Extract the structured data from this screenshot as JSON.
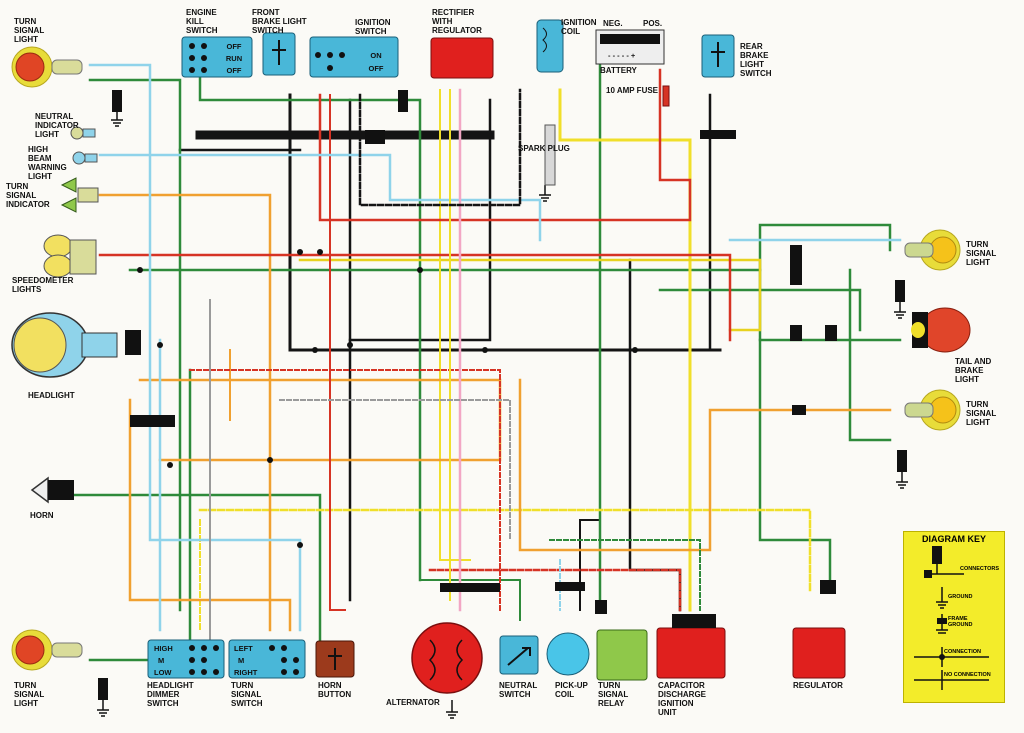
{
  "labels": {
    "turn_signal_fl": "TURN\nSIGNAL\nLIGHT",
    "neutral_ind": "NEUTRAL\nINDICATOR\nLIGHT",
    "high_beam": "HIGH\nBEAM\nWARNING\nLIGHT",
    "turn_ind": "TURN\nSIGNAL\nINDICATOR",
    "speedo": "SPEEDOMETER\nLIGHTS",
    "headlight": "HEADLIGHT",
    "horn": "HORN",
    "turn_signal_rl": "TURN\nSIGNAL\nLIGHT",
    "engine_kill": "ENGINE\nKILL\nSWITCH",
    "front_brake": "FRONT\nBRAKE LIGHT\nSWITCH",
    "ignition_sw": "IGNITION\nSWITCH",
    "rectifier": "RECTIFIER\nWITH\nREGULATOR",
    "ignition_coil": "IGNITION\nCOIL",
    "spark_plug": "SPARK PLUG",
    "neg": "NEG.",
    "pos": "POS.",
    "battery": "BATTERY",
    "fuse": "10 AMP FUSE",
    "rear_brake": "REAR\nBRAKE\nLIGHT\nSWITCH",
    "turn_signal_fr": "TURN\nSIGNAL\nLIGHT",
    "tail_brake": "TAIL AND\nBRAKE\nLIGHT",
    "turn_signal_rr": "TURN\nSIGNAL\nLIGHT",
    "dimmer": "HEADLIGHT\nDIMMER\nSWITCH",
    "turn_sw": "TURN\nSIGNAL\nSWITCH",
    "horn_btn": "HORN\nBUTTON",
    "alternator": "ALTERNATOR",
    "neutral_sw": "NEUTRAL\nSWITCH",
    "pickup": "PICK-UP\nCOIL",
    "relay": "TURN\nSIGNAL\nRELAY",
    "cdi": "CAPACITOR\nDISCHARGE\nIGNITION\nUNIT",
    "regulator": "REGULATOR"
  },
  "switches": {
    "kill": [
      "OFF",
      "RUN",
      "OFF"
    ],
    "ignition": [
      "ON",
      "OFF"
    ],
    "dimmer": [
      "HIGH",
      "M",
      "LOW"
    ],
    "turn": [
      "LEFT",
      "M",
      "RIGHT"
    ]
  },
  "key": {
    "title": "DIAGRAM KEY",
    "connectors": "CONNECTORS",
    "ground": "GROUND",
    "frame_ground": "FRAME\nGROUND",
    "connection": "CONNECTION",
    "no_connection": "NO CONNECTION"
  },
  "colors": {
    "green": "#2e8a3a",
    "yellow": "#f0df2a",
    "orange": "#f0a030",
    "red": "#d63324",
    "blue": "#8fd3ea",
    "pink": "#f2a6c4",
    "black": "#141414",
    "brown": "#8a3a1e",
    "gray": "#9a9a9a"
  }
}
